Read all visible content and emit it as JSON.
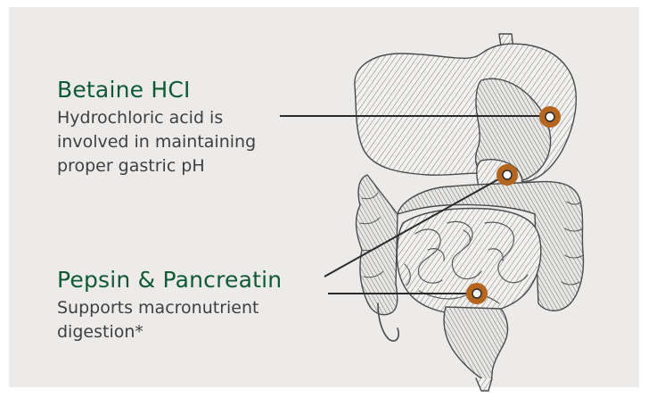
{
  "callouts": [
    {
      "title": "Betaine HCI",
      "lines": [
        "Hydrochloric acid is",
        "involved in maintaining",
        "proper gastric pH"
      ]
    },
    {
      "title": "Pepsin & Pancreatin",
      "lines": [
        "Supports macronutrient",
        "digestion*"
      ]
    }
  ],
  "colors": {
    "background": "#ecebea",
    "title": "#0f5a35",
    "text": "#3f3f3f",
    "marker": "#b5651d",
    "illustration": "#5a5a5a"
  },
  "illustration": "digestive-system-engraving"
}
